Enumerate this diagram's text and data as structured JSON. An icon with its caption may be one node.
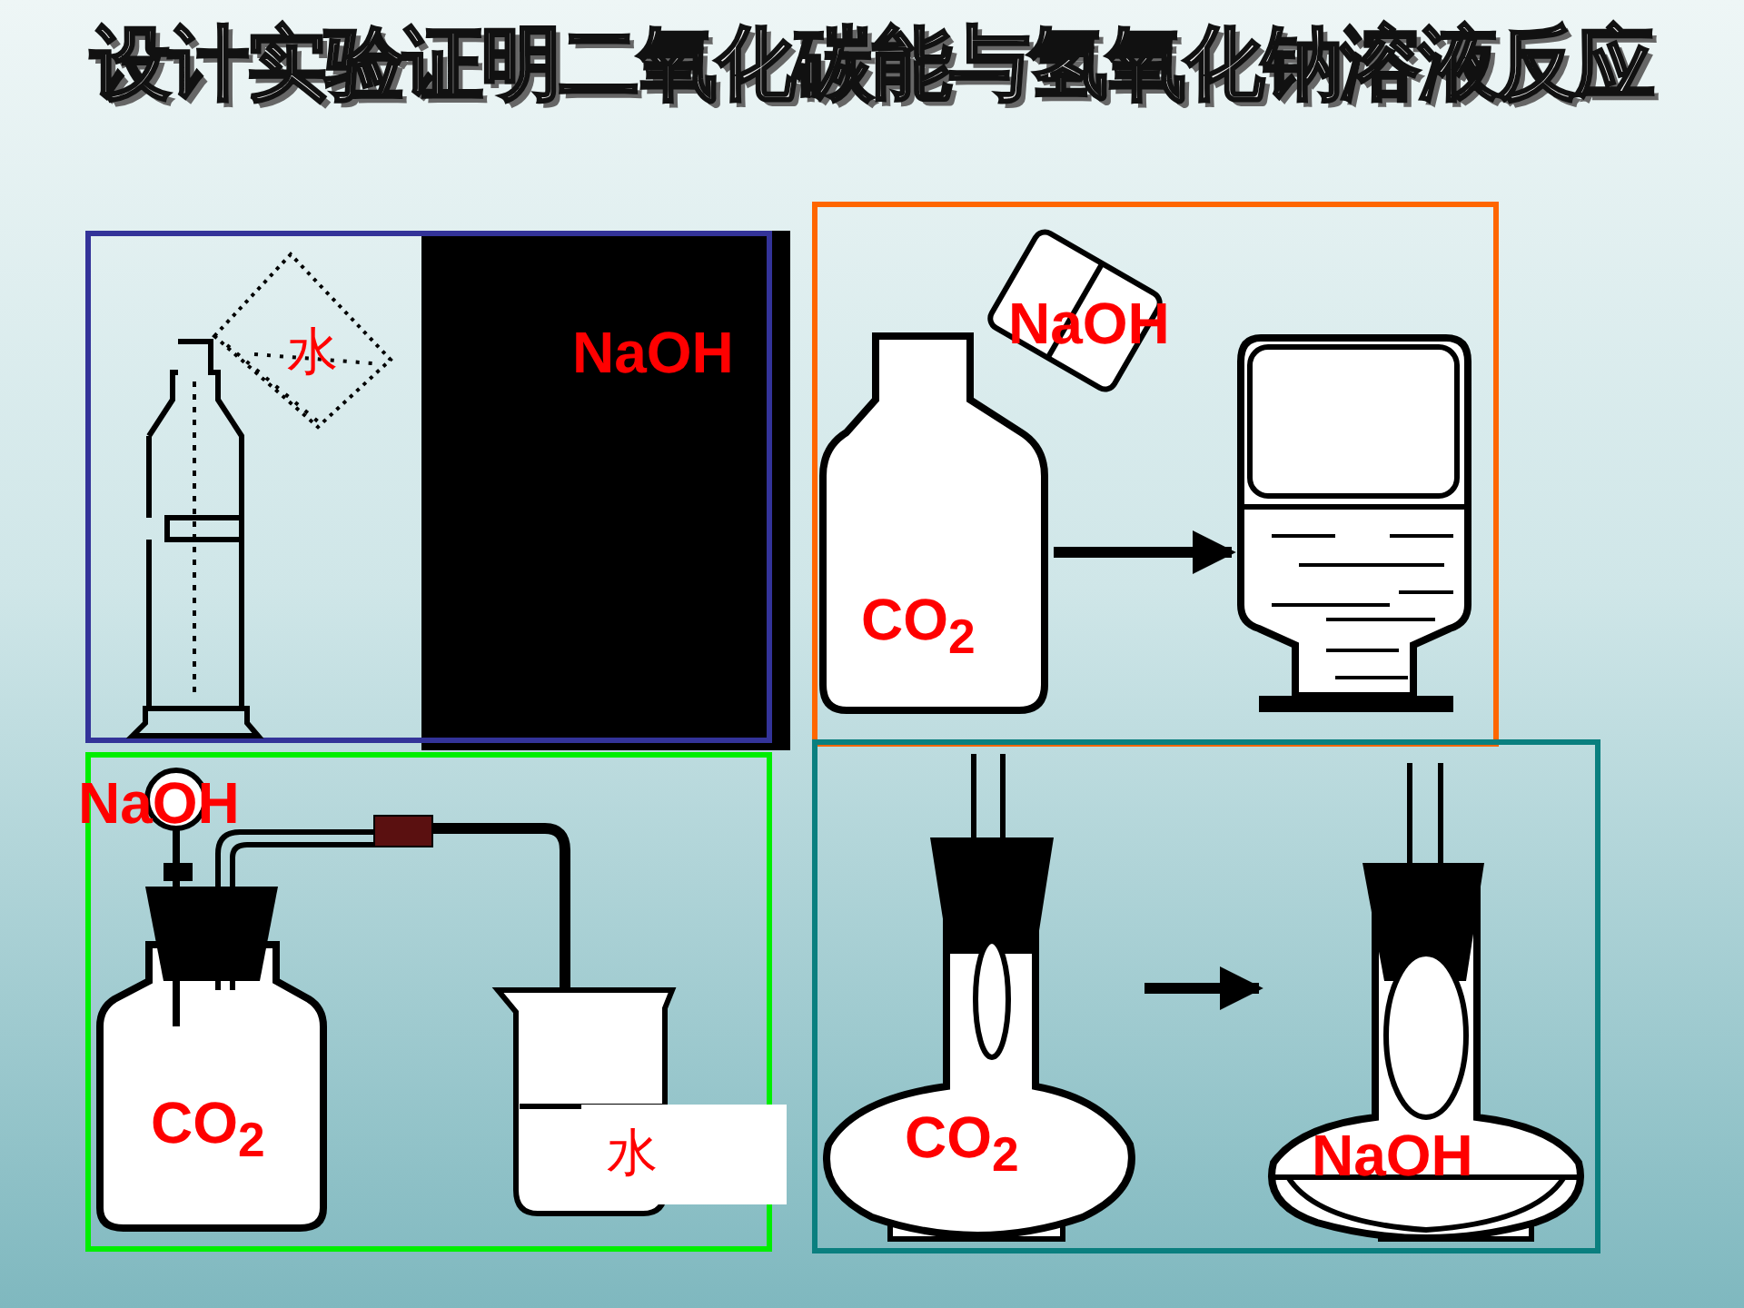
{
  "diagram": {
    "title": "设计实验证明二氧化碳能与氢氧化钠溶液反应",
    "nodes": [
      {
        "text": [],
        "shape": "box"
      },
      {
        "text": [],
        "shape": "box"
      },
      {
        "text": [],
        "shape": "box"
      },
      {
        "text": [],
        "shape": "box"
      },
      {
        "text": [
          "CO$_{2}$"
        ],
        "in": 1
      },
      {
        "text": [],
        "shape": "picture",
        "in": 1
      },
      {
        "text": [
          "CO$_{2}$"
        ],
        "in": 3
      },
      {
        "text": [
          "NaOH"
        ],
        "in": 3
      }
    ],
    "edges": [
      {
        "from": 4,
        "to": 5,
        "arrow": "to"
      },
      {
        "from": 6,
        "to": 7,
        "arrow": "to"
      }
    ],
    "labels": [
      "水",
      "NaOH",
      "NaOH",
      "NaOH",
      "CO$_{2}$",
      "水"
    ]
  }
}
